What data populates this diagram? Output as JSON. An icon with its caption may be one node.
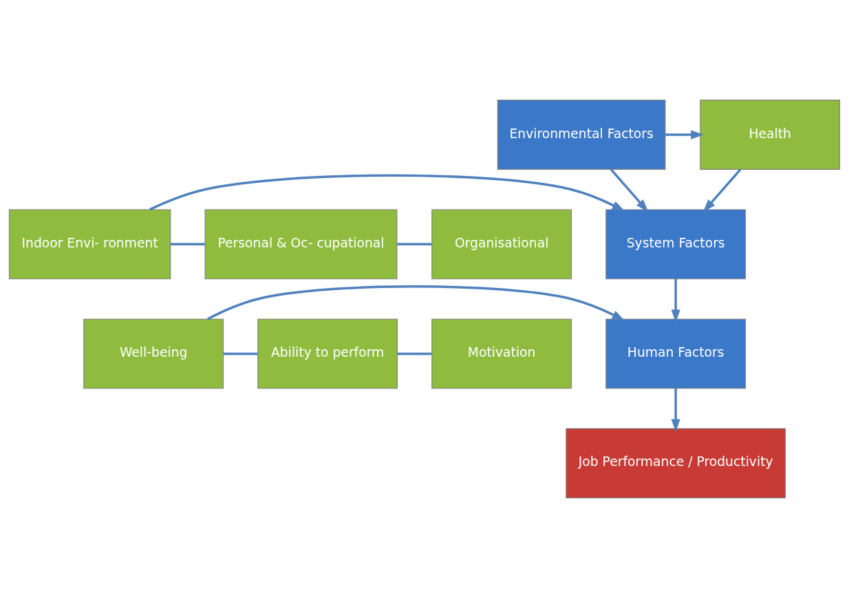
{
  "diagram": {
    "nodes": [
      {
        "text": [
          "Environmental Factors"
        ]
      },
      {
        "text": [
          "Health"
        ]
      },
      {
        "text": [
          "System Factors"
        ]
      },
      {
        "text": [
          "Indoor Envi- ronment"
        ]
      },
      {
        "text": [
          "Personal & Oc- cupational"
        ]
      },
      {
        "text": [
          "Organisational"
        ]
      },
      {
        "text": [
          "Human Factors"
        ]
      },
      {
        "text": [
          "Well-being"
        ]
      },
      {
        "text": [
          "Ability to perform"
        ]
      },
      {
        "text": [
          "Motivation"
        ]
      },
      {
        "text": [
          "Job Performance / Productivity"
        ]
      }
    ],
    "edges": [
      {
        "from": 0,
        "to": 1,
        "arrow": "to"
      },
      {
        "from": 0,
        "to": 2,
        "arrow": "to"
      },
      {
        "from": 1,
        "to": 2,
        "arrow": "to"
      },
      {
        "from": 3,
        "to": 2,
        "arrow": "to"
      },
      {
        "from": 3,
        "to": 4,
        "arrow": "none"
      },
      {
        "from": 4,
        "to": 5,
        "arrow": "none"
      },
      {
        "from": 2,
        "to": 6,
        "arrow": "to"
      },
      {
        "from": 7,
        "to": 6,
        "arrow": "to"
      },
      {
        "from": 7,
        "to": 8,
        "arrow": "none"
      },
      {
        "from": 8,
        "to": 9,
        "arrow": "none"
      },
      {
        "from": 6,
        "to": 10,
        "arrow": "to"
      }
    ]
  }
}
